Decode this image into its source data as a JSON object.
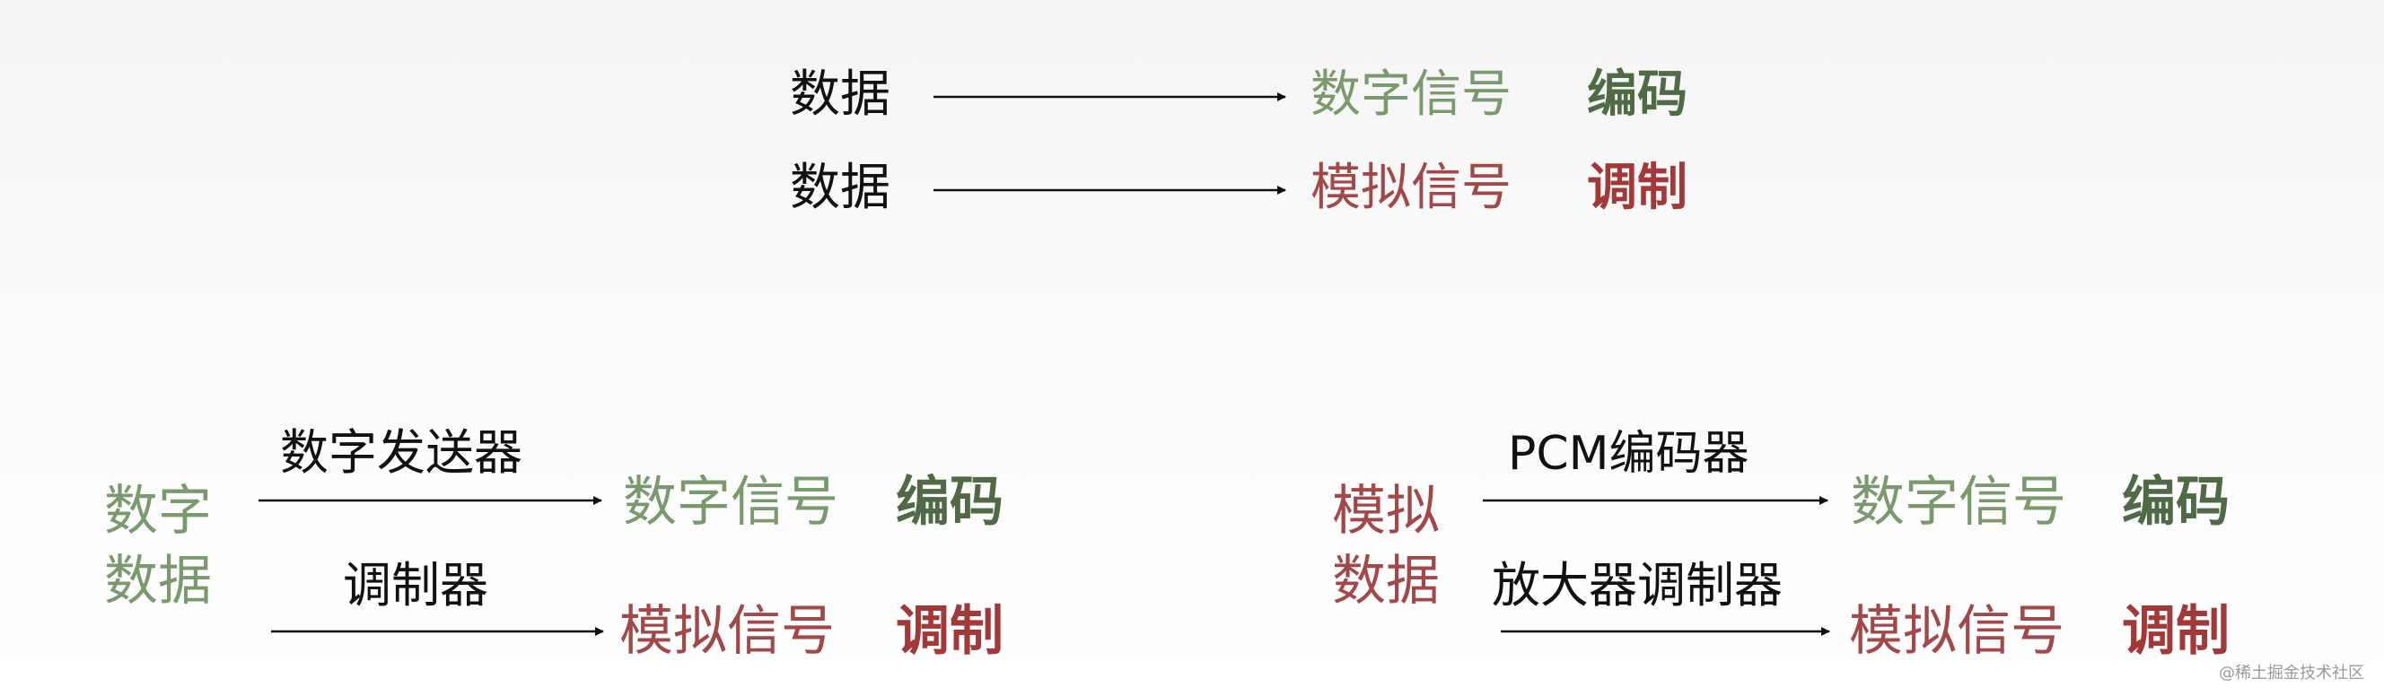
{
  "top": {
    "row1": {
      "source": "数据",
      "target": "数字信号",
      "process": "编码"
    },
    "row2": {
      "source": "数据",
      "target": "模拟信号",
      "process": "调制"
    }
  },
  "left": {
    "source_line1": "数字",
    "source_line2": "数据",
    "upper": {
      "device": "数字发送器",
      "target": "数字信号",
      "process": "编码"
    },
    "lower": {
      "device": "调制器",
      "target": "模拟信号",
      "process": "调制"
    }
  },
  "right": {
    "source_line1": "模拟",
    "source_line2": "数据",
    "upper": {
      "device": "PCM编码器",
      "target": "数字信号",
      "process": "编码"
    },
    "lower": {
      "device": "放大器调制器",
      "target": "模拟信号",
      "process": "调制"
    }
  },
  "watermark": "@稀土掘金技术社区",
  "colors": {
    "digital": "#7a9a6e",
    "digital_emphasis": "#4f6a44",
    "analog": "#a34848",
    "analog_emphasis": "#a33838",
    "text": "#111111"
  }
}
